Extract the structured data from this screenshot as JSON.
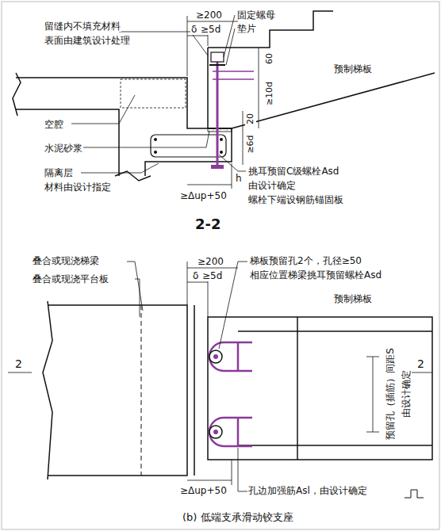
{
  "diagram": {
    "title": "2-2",
    "caption": "(b) 低端支承滑动铰支座",
    "labels": [
      "≥200",
      "δ",
      "≥5d",
      "固定螺母",
      "垫片",
      "留缝内不填充材料",
      "表面由建筑设计处理",
      "预制梯板",
      "60",
      "≥10d",
      "20",
      "≥6d",
      "h",
      "空腔",
      "水泥砂浆",
      "隔离层",
      "材料由设计指定",
      "≥Δup+50",
      "挑耳预留C级螺栓Asd",
      "由设计确定",
      "螺栓下端设钢筋锚固板",
      "叠合或现浇梯梁",
      "叠合或现浇平台板",
      "≥200",
      "δ",
      "≥5d",
      "梯板预留孔2个，孔径≥50",
      "相应位置梯梁挑耳预留螺栓Asd",
      "预制梯板",
      "2",
      "2",
      "预留孔（插筋）间距S",
      "由设计确定",
      "≥Δup+50",
      "孔边加强筋Asl，由设计确定"
    ]
  }
}
